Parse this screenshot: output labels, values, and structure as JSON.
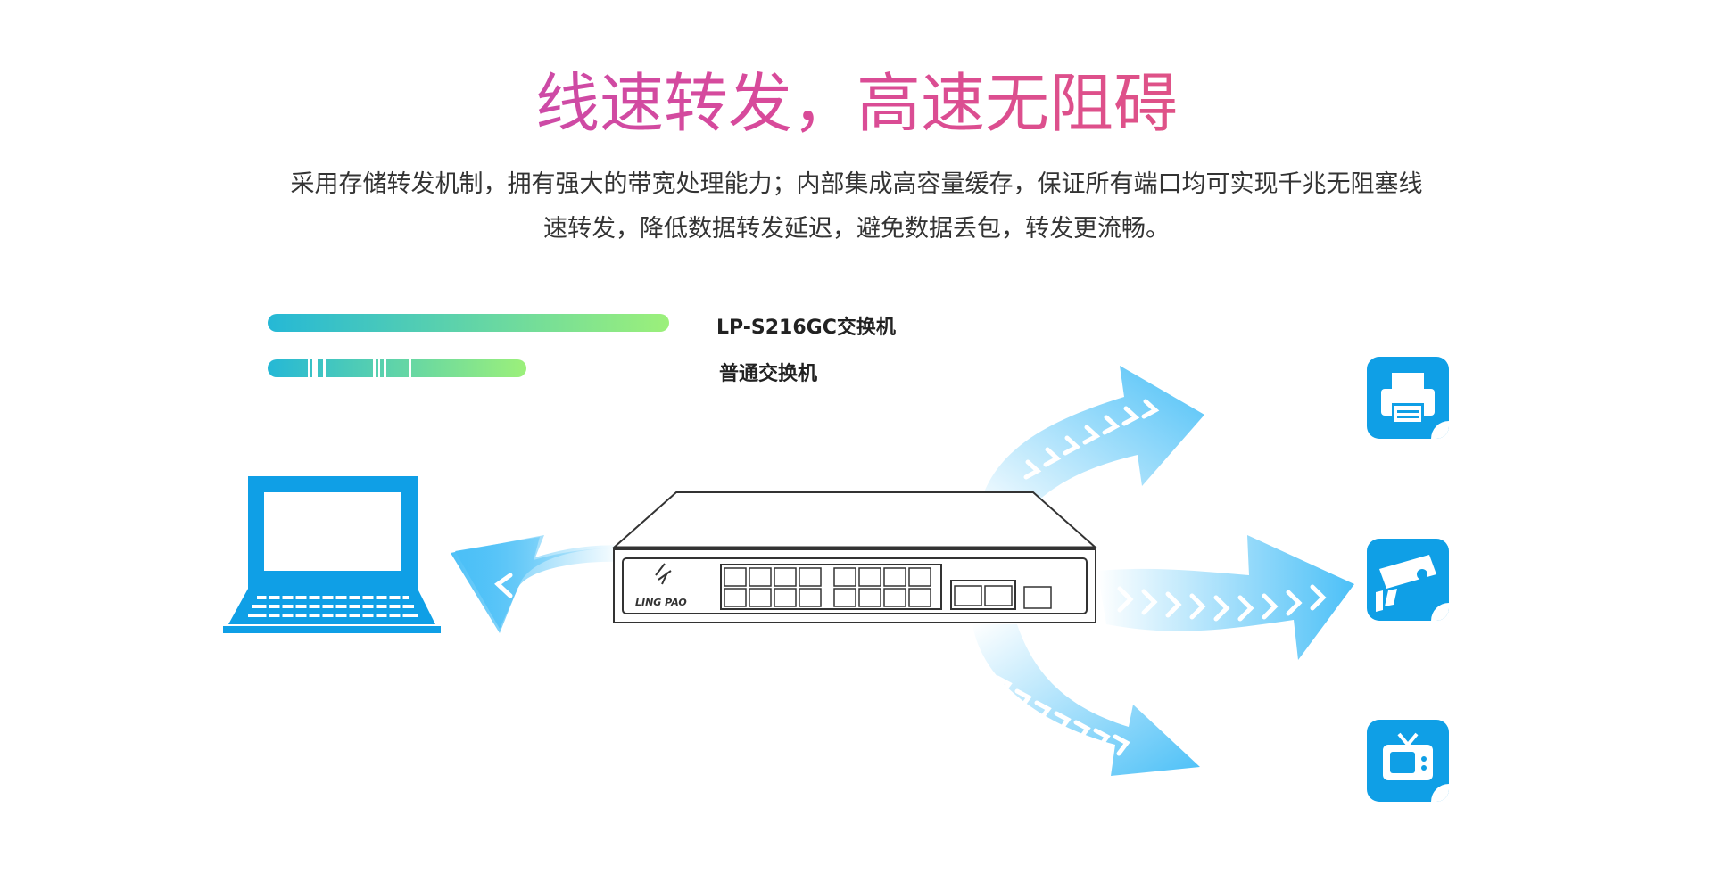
{
  "heading": "线速转发，高速无阻碍",
  "description_line1": "采用存储转发机制，拥有强大的带宽处理能力；内部集成高容量缓存，保证所有端口均可实现千兆无阻塞线",
  "description_line2": "速转发，降低数据转发延迟，避免数据丢包，转发更流畅。",
  "legend": [
    {
      "label": "LP-S216GC交换机",
      "style": "solid"
    },
    {
      "label": "普通交换机",
      "style": "broken"
    }
  ],
  "switch_brand": "LING PAO",
  "devices": [
    "printer-icon",
    "security-camera-icon",
    "tv-icon"
  ],
  "colors": {
    "accent": "#0f9fe6",
    "gradient_start": "#25b8d6",
    "gradient_end": "#9cf07a",
    "arrow": "#4cc0f7"
  }
}
